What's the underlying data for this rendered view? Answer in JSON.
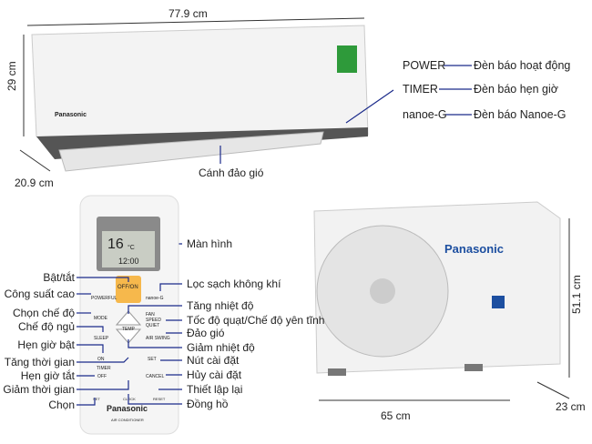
{
  "dimensions": {
    "width": "77.9 cm",
    "height": "29 cm",
    "depth": "20.9 cm",
    "outdoor_width": "65 cm",
    "outdoor_height": "51.1 cm",
    "outdoor_depth": "23 cm"
  },
  "indoor": {
    "louver_label": "Cánh đảo gió",
    "brand": "Panasonic"
  },
  "indicators": [
    {
      "name": "POWER",
      "desc": "Đèn báo hoạt động"
    },
    {
      "name": "TIMER",
      "desc": "Đèn báo hẹn giờ"
    },
    {
      "name": "nanoe-G",
      "desc": "Đèn báo Nanoe-G"
    }
  ],
  "remote": {
    "brand": "Panasonic",
    "subtitle": "AIR CONDITIONER",
    "display_temp": "16",
    "display_unit": "°C",
    "display_time": "12:00",
    "buttons": {
      "off_on": "OFF/ON",
      "powerful": "POWERFUL",
      "nanoe": "nanoe-G",
      "mode": "MODE",
      "fan": "FAN SPEED QUIET",
      "temp": "TEMP",
      "sleep": "SLEEP",
      "swing": "AIR SWING",
      "on": "ON",
      "set": "SET",
      "timer": "TIMER",
      "off": "OFF",
      "cancel": "CANCEL",
      "sel": "SET",
      "clock": "CLOCK",
      "reset": "RESET"
    },
    "left_labels": [
      "Bật/tắt",
      "Công suất cao",
      "Chọn chế độ",
      "Chế độ ngủ",
      "Hẹn giờ bật",
      "Tăng thời gian",
      "Hẹn giờ tắt",
      "Giảm thời gian",
      "Chọn"
    ],
    "right_labels": [
      "Màn hình",
      "Lọc sạch không khí",
      "Tăng nhiệt độ",
      "Tốc độ quạt/Chế độ yên tĩnh",
      "Đảo gió",
      "Giảm nhiệt độ",
      "Nút cài đặt",
      "Hủy cài đặt",
      "Thiết lập lại",
      "Đồng hồ"
    ]
  },
  "outdoor": {
    "brand": "Panasonic"
  },
  "colors": {
    "line": "#1a2a8a",
    "button": "#f6b84c",
    "brand": "#1d4fa0"
  }
}
